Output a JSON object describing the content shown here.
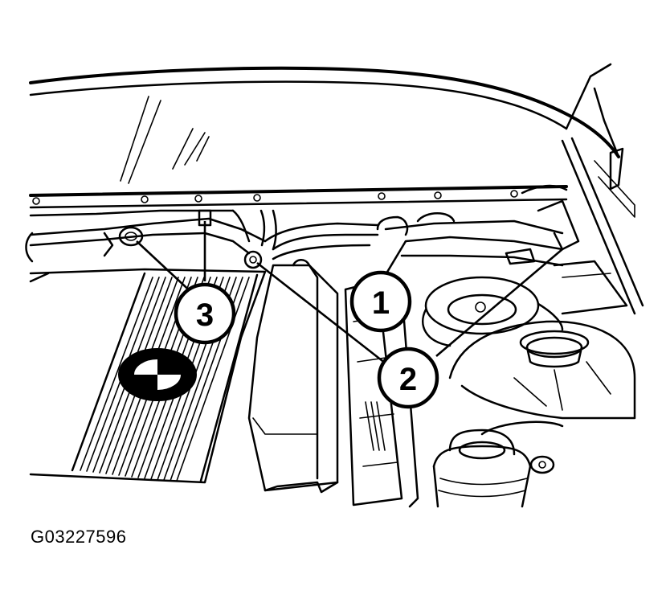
{
  "figure": {
    "id_label": "G03227596",
    "ink_color": "#000000",
    "background_color": "#ffffff"
  },
  "callouts": [
    {
      "label": "1"
    },
    {
      "label": "2"
    },
    {
      "label": "3"
    }
  ],
  "logo": {
    "badge_text": "BMW"
  }
}
